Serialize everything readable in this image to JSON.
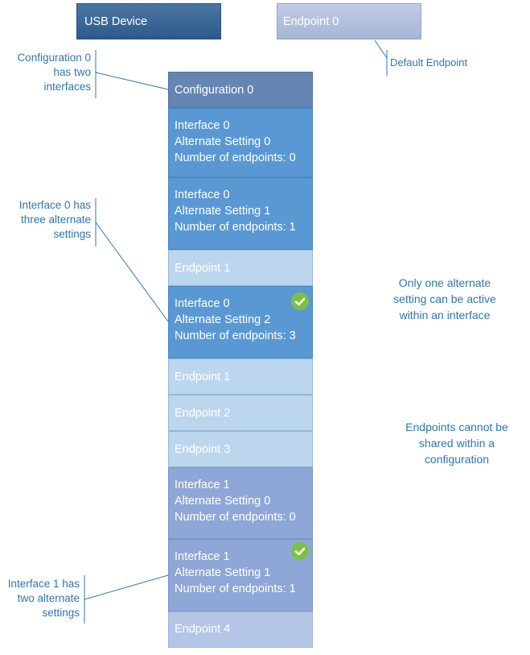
{
  "top": {
    "usb_device": "USB Device",
    "endpoint0": "Endpoint 0",
    "default_endpoint": "Default Endpoint"
  },
  "stack": {
    "configuration": "Configuration 0",
    "if0_alt0": [
      "Interface 0",
      "Alternate Setting 0",
      "Number of endpoints: 0"
    ],
    "if0_alt1": [
      "Interface 0",
      "Alternate Setting 1",
      "Number of endpoints: 1"
    ],
    "if0_alt1_ep": "Endpoint 1",
    "if0_alt2": [
      "Interface 0",
      "Alternate Setting 2",
      "Number of endpoints: 3"
    ],
    "if0_alt2_eps": [
      "Endpoint 1",
      "Endpoint 2",
      "Endpoint 3"
    ],
    "if1_alt0": [
      "Interface 1",
      "Alternate Setting 0",
      "Number of endpoints: 0"
    ],
    "if1_alt1": [
      "Interface 1",
      "Alternate Setting 1",
      "Number of endpoints: 1"
    ],
    "if1_alt1_ep": "Endpoint 4"
  },
  "notes": {
    "config_two_interfaces": [
      "Configuration 0",
      "has two",
      "interfaces"
    ],
    "if0_three_alts": [
      "Interface 0 has",
      "three alternate",
      "settings"
    ],
    "if1_two_alts": [
      "Interface 1 has",
      "two alternate",
      "settings"
    ],
    "one_alt_active": [
      "Only one alternate",
      "setting can be active",
      "within an interface"
    ],
    "endpoints_not_shared": [
      "Endpoints cannot be",
      "shared within a",
      "configuration"
    ]
  },
  "colors": {
    "accent_text": "#2e75b6",
    "check_green": "#7cc242"
  },
  "icons": {
    "active_marker": "check-circle-icon"
  }
}
